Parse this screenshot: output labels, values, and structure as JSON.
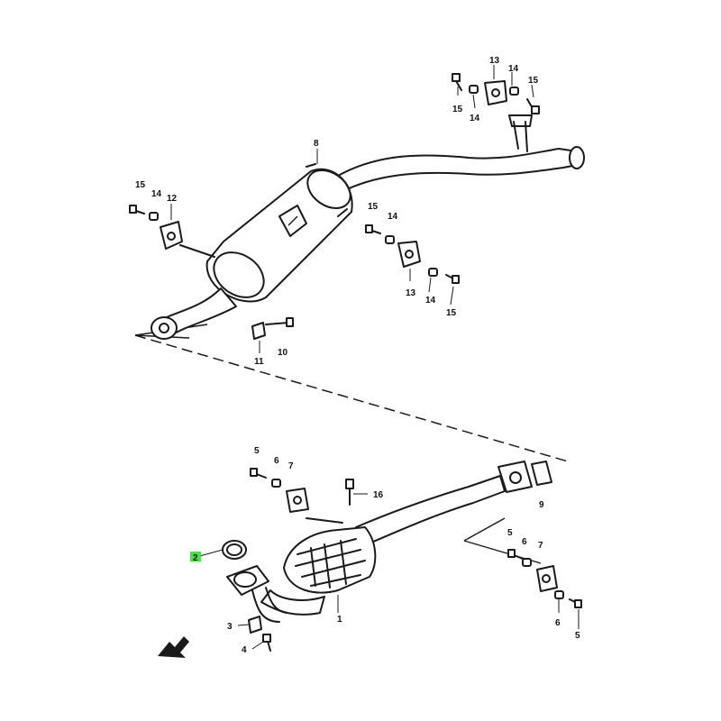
{
  "accent_color": "#49e04b",
  "highlighted_part": "2",
  "callouts": {
    "c8": "8",
    "c13_top": "13",
    "c14_top_a": "14",
    "c15_top_a": "15",
    "c15_top_b": "15",
    "c14_top_b": "14",
    "c15_left": "15",
    "c14_left": "14",
    "c12_left": "12",
    "c15_mid": "15",
    "c14_mid": "14",
    "c13_mid": "13",
    "c14_mid_b": "14",
    "c15_mid_b": "15",
    "c11": "11",
    "c10": "10",
    "c5_top": "5",
    "c6_top": "6",
    "c7_top": "7",
    "c16": "16",
    "c9": "9",
    "c2": "2",
    "c1": "1",
    "c3": "3",
    "c4": "4",
    "c5_right": "5",
    "c6_right": "6",
    "c7_right": "7",
    "c6_right_b": "6",
    "c5_right_b": "5"
  },
  "icons": [
    "front-arrow-icon"
  ]
}
